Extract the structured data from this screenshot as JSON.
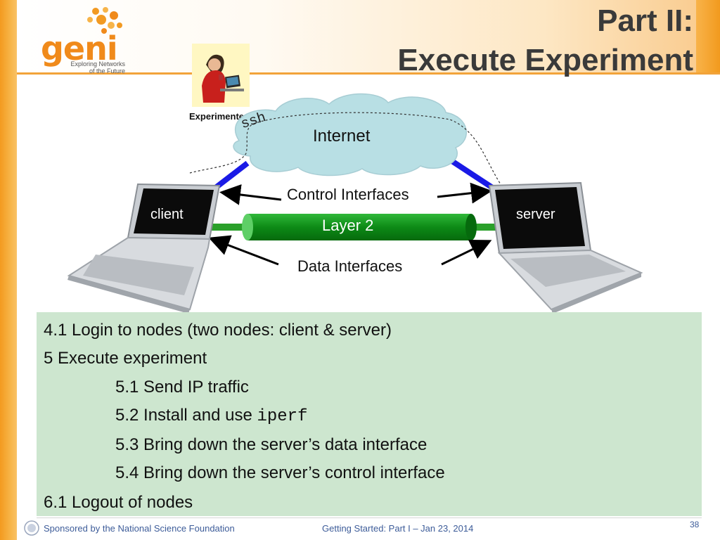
{
  "slide": {
    "title_line1": "Part II:",
    "title_line2": "Execute Experiment"
  },
  "logo": {
    "word": "geni",
    "tagline_line1": "Exploring Networks",
    "tagline_line2": "of the Future"
  },
  "diagram": {
    "experimenter_label": "Experimenter",
    "ssh_label": "ssh",
    "internet_label": "Internet",
    "control_interfaces_label": "Control Interfaces",
    "data_interfaces_label": "Data Interfaces",
    "layer2_label": "Layer 2",
    "client_label": "client",
    "server_label": "server"
  },
  "tasks": [
    {
      "text": "4.1 Login to nodes (two nodes: client & server)",
      "indent": 0
    },
    {
      "text": "5 Execute experiment",
      "indent": 0
    },
    {
      "text": "5.1 Send IP traffic",
      "indent": 1
    },
    {
      "text": "5.2 Install and use ",
      "code": "iperf",
      "indent": 1
    },
    {
      "text": "5.3 Bring down the server’s data interface",
      "indent": 1
    },
    {
      "text": "5.4 Bring down the server’s control interface",
      "indent": 1
    },
    {
      "text": "6.1 Logout of nodes",
      "indent": 0
    }
  ],
  "footer": {
    "sponsor": "Sponsored by the National Science Foundation",
    "event": "Getting Started: Part I – Jan 23, 2014",
    "page_number": "38"
  },
  "colors": {
    "accent_orange": "#f39a1f",
    "cloud_fill": "#b8dfe4",
    "layer2_green": "#0d8a16",
    "control_link_blue": "#1a1ae6",
    "task_box_green": "#cde6cf",
    "footer_blue": "#3d5c99"
  }
}
